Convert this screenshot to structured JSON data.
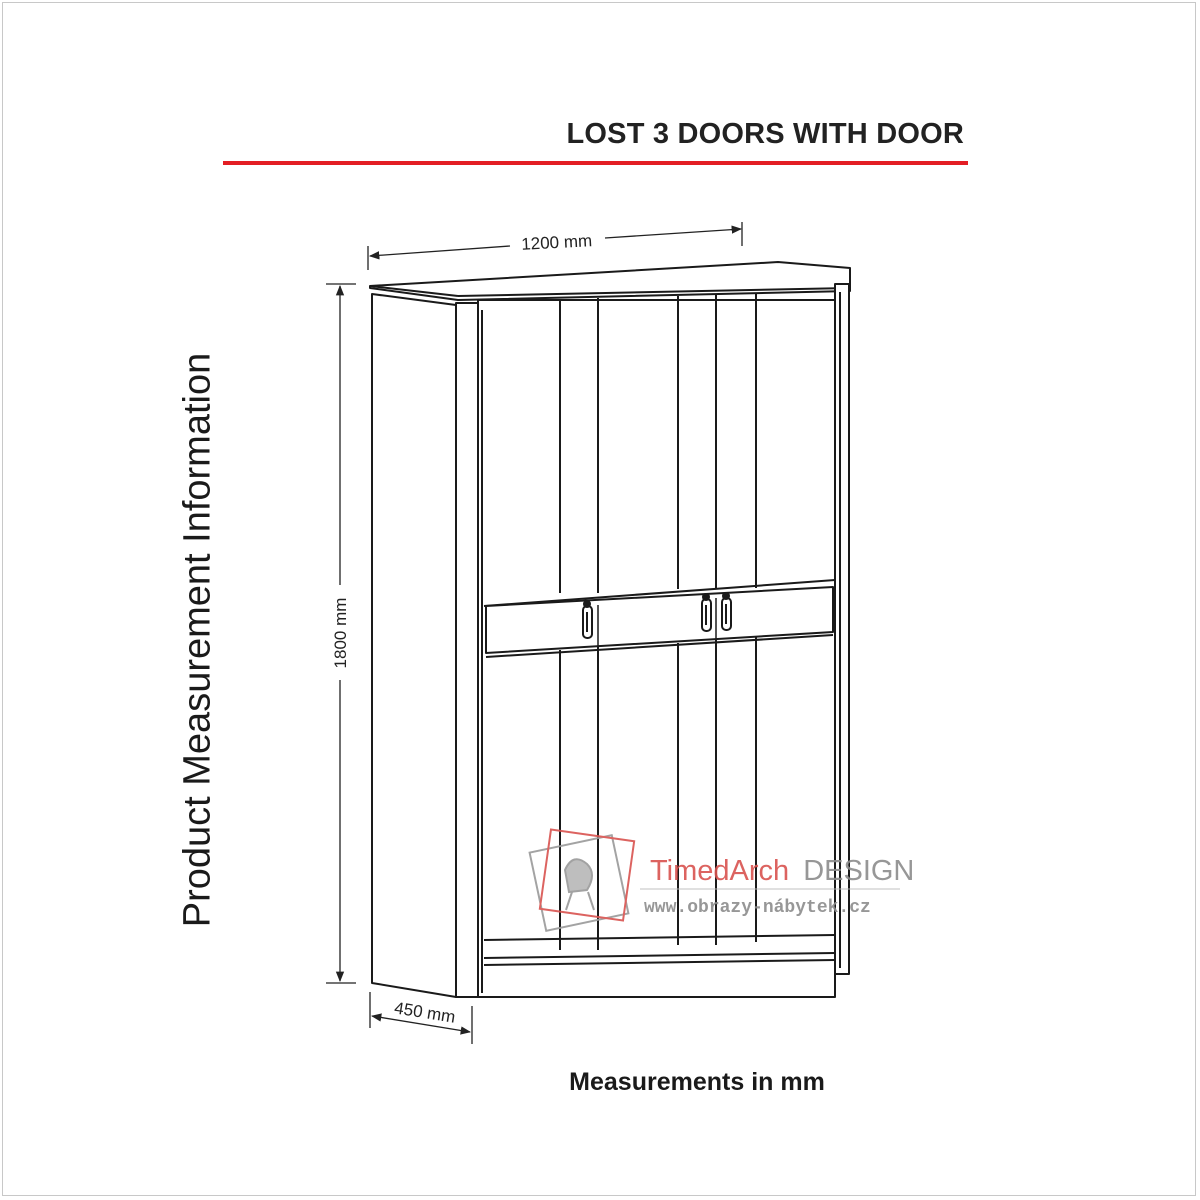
{
  "title": "LOST 3 DOORS WITH DOOR",
  "side_label": "Product Measurement Information",
  "dimensions": {
    "width": "1200 mm",
    "height": "1800 mm",
    "depth": "450 mm"
  },
  "footer": "Measurements in mm",
  "watermark": {
    "brand_part1": "TimedArch",
    "brand_part2": "DESIGN",
    "url": "www.obrazy-nábytek.cz"
  },
  "colors": {
    "accent_rule": "#e31e24",
    "line": "#1a1a1a",
    "watermark_red": "#d9534f",
    "watermark_gray": "#9a9a9a"
  }
}
